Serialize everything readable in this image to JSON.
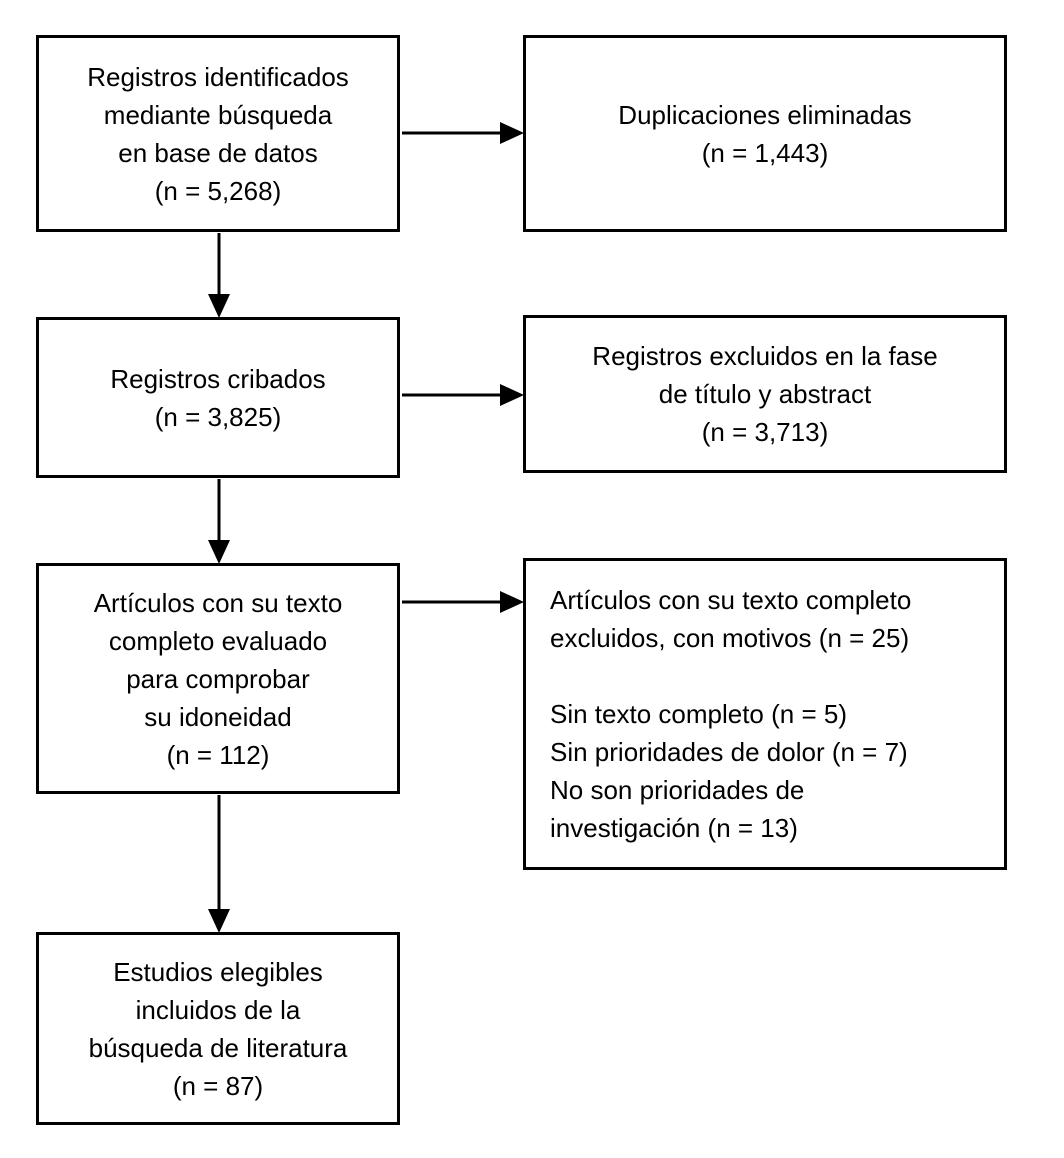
{
  "diagram": {
    "type": "flowchart",
    "language": "es",
    "colors": {
      "background": "#ffffff",
      "border": "#000000",
      "text": "#000000",
      "arrow": "#000000"
    },
    "boxes": [
      {
        "id": "records-identified",
        "align": "center",
        "lines": [
          "Registros identificados",
          "mediante búsqueda",
          "en base de datos",
          "(n = 5,268)"
        ],
        "n": "5,268"
      },
      {
        "id": "duplicates-removed",
        "align": "center",
        "lines": [
          "Duplicaciones eliminadas",
          "(n = 1,443)"
        ],
        "n": "1,443"
      },
      {
        "id": "records-screened",
        "align": "center",
        "lines": [
          "Registros cribados",
          "(n = 3,825)"
        ],
        "n": "3,825"
      },
      {
        "id": "records-excluded-title-abstract",
        "align": "center",
        "lines": [
          "Registros excluidos en la fase",
          "de título y abstract",
          "(n = 3,713)"
        ],
        "n": "3,713"
      },
      {
        "id": "fulltext-assessed",
        "align": "center",
        "lines": [
          "Artículos con su texto",
          "completo evaluado",
          "para comprobar",
          "su idoneidad",
          "(n = 112)"
        ],
        "n": "112"
      },
      {
        "id": "fulltext-excluded-with-reasons",
        "align": "left",
        "lines": [
          "Artículos con su texto completo",
          "excluidos, con motivos (n = 25)",
          "",
          "Sin texto completo (n = 5)",
          "Sin prioridades de dolor (n = 7)",
          "No son prioridades de",
          "investigación (n = 13)"
        ],
        "n": "25"
      },
      {
        "id": "studies-included",
        "align": "center",
        "lines": [
          "Estudios elegibles",
          "incluidos de la",
          "búsqueda de literatura",
          "(n = 87)"
        ],
        "n": "87"
      }
    ]
  }
}
